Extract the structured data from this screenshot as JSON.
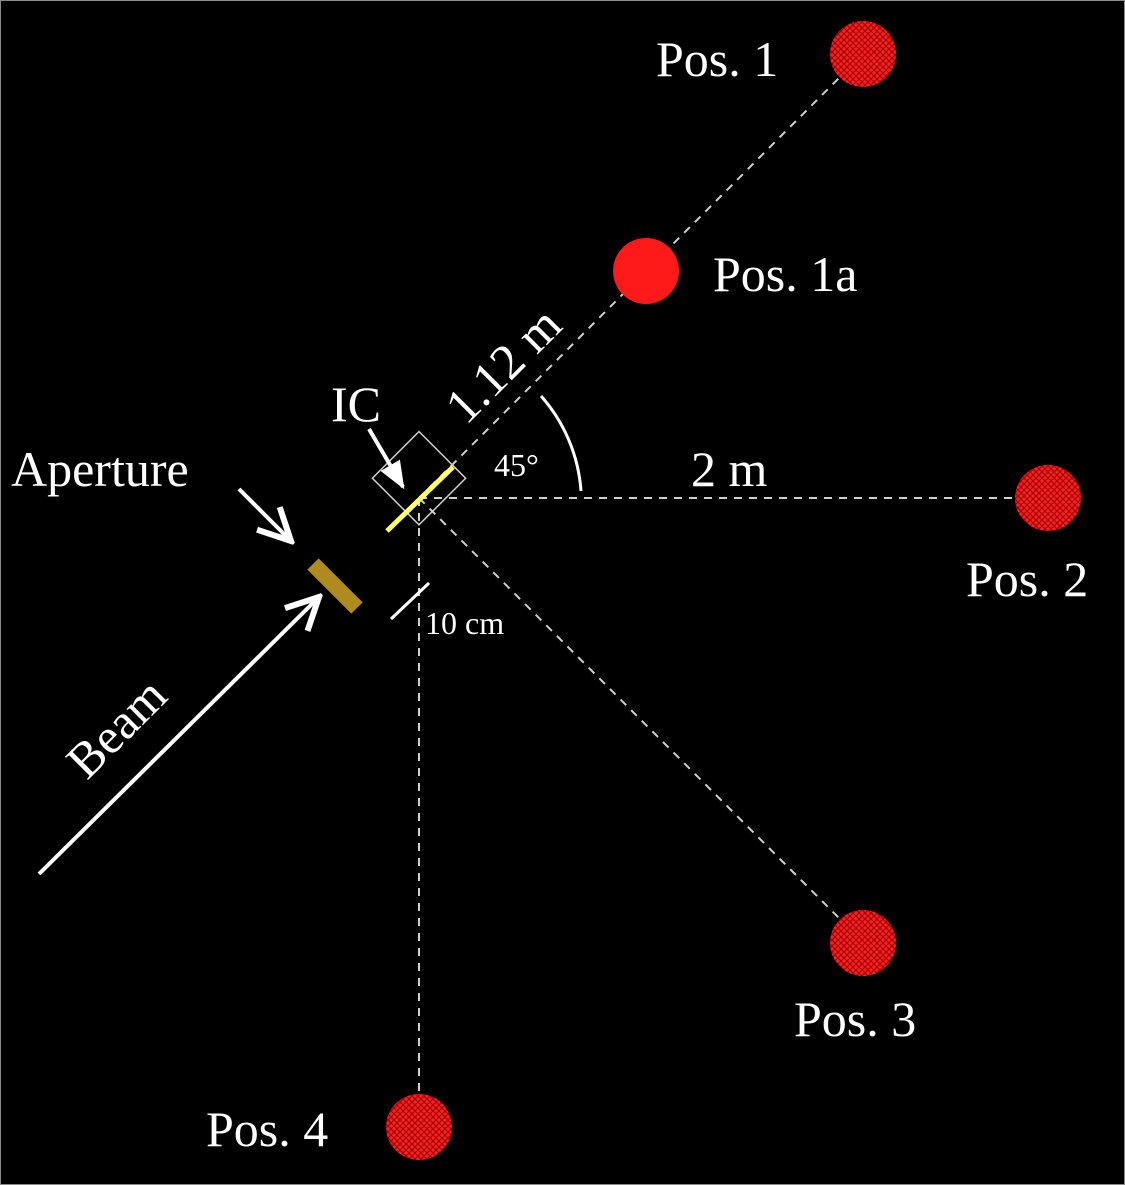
{
  "labels": {
    "pos1": "Pos. 1",
    "pos1a": "Pos. 1a",
    "pos2": "Pos. 2",
    "pos3": "Pos. 3",
    "pos4": "Pos. 4",
    "ic": "IC",
    "aperture": "Aperture",
    "beam": "Beam",
    "distance_diag": "1.12 m",
    "distance_horiz": "2 m",
    "angle": "45°",
    "offset": "10 cm"
  },
  "colors": {
    "background": "#000000",
    "detector": "#ff1a1a",
    "detector_hatch": "#b00000",
    "ion_chamber_plate": "#ffff66",
    "aperture": "#b08a1e",
    "lines": "#d0d0d0",
    "text": "#ffffff"
  }
}
